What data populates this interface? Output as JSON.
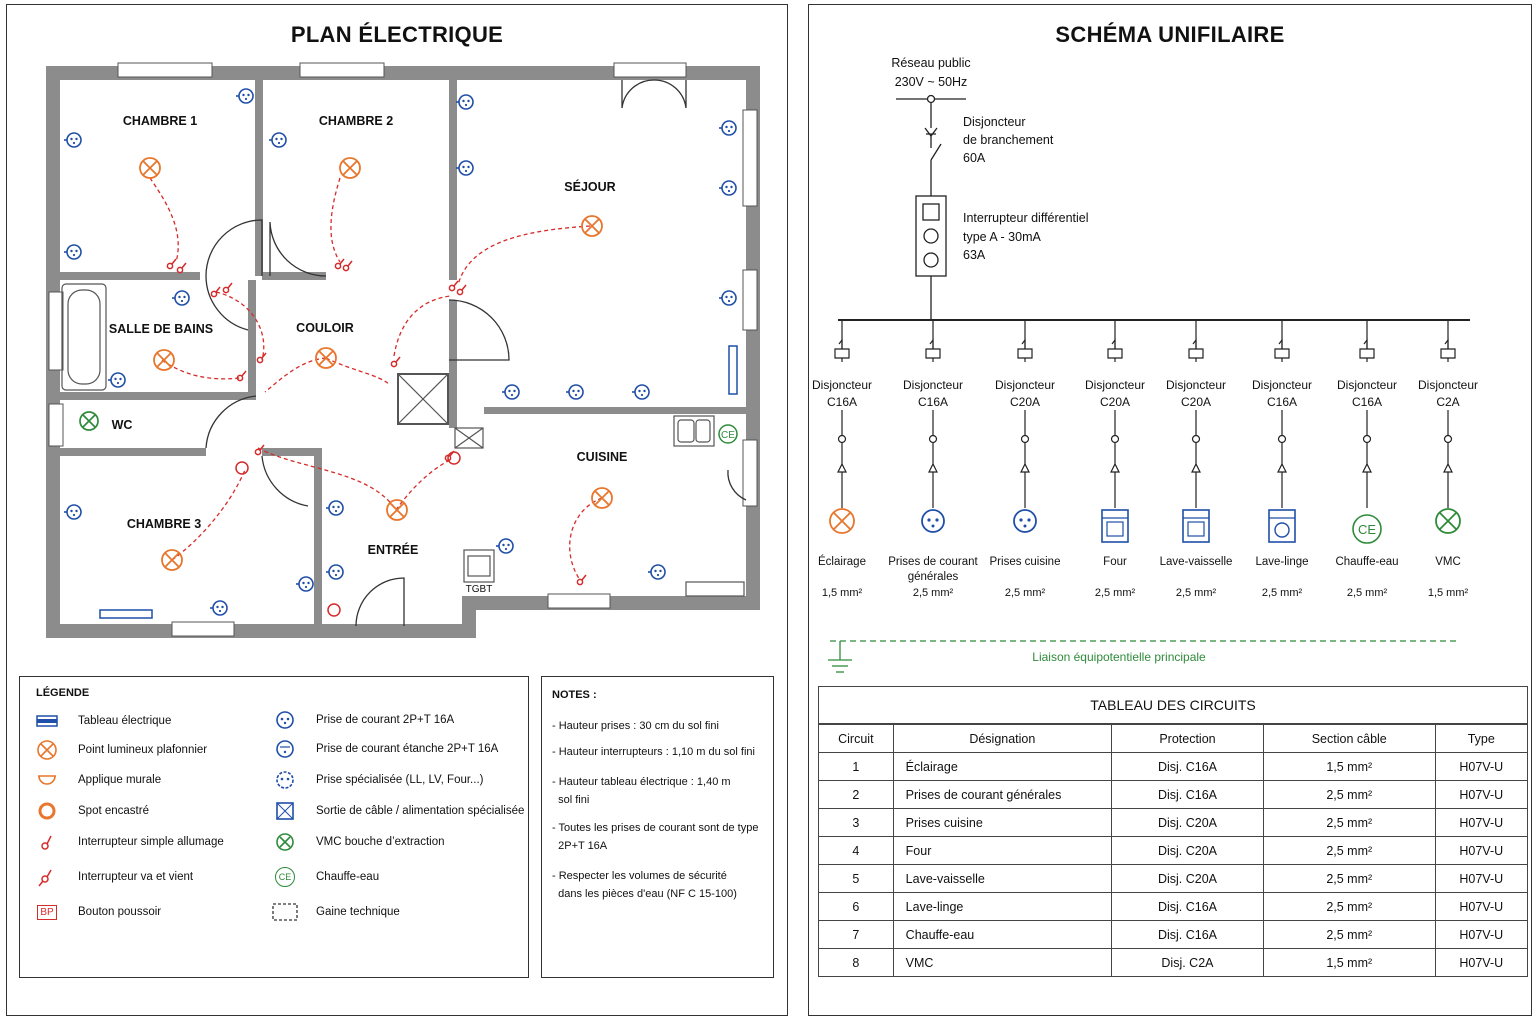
{
  "plan": {
    "title": "PLAN ÉLECTRIQUE",
    "rooms": {
      "chambre1": "CHAMBRE 1",
      "chambre2": "CHAMBRE 2",
      "sejour": "SÉJOUR",
      "salle_de_bains": "SALLE DE BAINS",
      "couloir": "COULOIR",
      "wc": "WC",
      "cuisine": "CUISINE",
      "chambre3": "CHAMBRE 3",
      "entree": "ENTRÉE"
    },
    "tgbt_label": "TGBT",
    "ce_label": "CE"
  },
  "legend": {
    "title": "LÉGENDE",
    "left": [
      {
        "label": "Tableau électrique",
        "icon": "panel-icon"
      },
      {
        "label": "Point lumineux plafonnier",
        "icon": "ceiling-light-icon"
      },
      {
        "label": "Applique murale",
        "icon": "wall-light-icon"
      },
      {
        "label": "Spot encastré",
        "icon": "spot-icon"
      },
      {
        "label": "Interrupteur simple allumage",
        "icon": "switch-icon"
      },
      {
        "label": "Interrupteur va et vient",
        "icon": "two-way-switch-icon"
      },
      {
        "label": "Bouton poussoir",
        "icon": "push-button-icon",
        "sym_text": "BP"
      }
    ],
    "right": [
      {
        "label": "Prise de courant 2P+T 16A",
        "icon": "socket-icon"
      },
      {
        "label": "Prise de courant étanche 2P+T 16A",
        "icon": "waterproof-socket-icon"
      },
      {
        "label": "Prise spécialisée (LL, LV, Four...)",
        "icon": "special-socket-icon"
      },
      {
        "label": "Sortie de câble / alimentation spécialisée",
        "icon": "cable-outlet-icon"
      },
      {
        "label": "VMC bouche d’extraction",
        "icon": "vmc-icon"
      },
      {
        "label": "Chauffe-eau",
        "icon": "water-heater-icon",
        "sym_text": "CE"
      },
      {
        "label": "Gaine technique",
        "icon": "technical-duct-icon"
      }
    ]
  },
  "notes": {
    "title": "NOTES :",
    "items": [
      [
        "- Hauteur prises : 30 cm du sol fini"
      ],
      [
        "- Hauteur interrupteurs : 1,10 m du sol fini"
      ],
      [
        "- Hauteur tableau électrique : 1,40 m",
        "  sol fini"
      ],
      [
        "- Toutes les prises de courant sont de type",
        "  2P+T 16A"
      ],
      [
        "- Respecter les volumes de sécurité",
        "  dans les pièces d'eau (NF C 15-100)"
      ]
    ]
  },
  "schema": {
    "title": "SCHÉMA UNIFILAIRE",
    "supply": [
      "Réseau public",
      "230V ~ 50Hz"
    ],
    "main_breaker": [
      "Disjoncteur",
      "de branchement",
      "60A"
    ],
    "rcd": [
      "Interrupteur différentiel",
      "type A - 30mA",
      "63A"
    ],
    "branches": [
      {
        "breaker": [
          "Disjoncteur",
          "C16A"
        ],
        "load": [
          "Éclairage"
        ],
        "section": "1,5 mm²",
        "icon": "ceiling-light-icon"
      },
      {
        "breaker": [
          "Disjoncteur",
          "C16A"
        ],
        "load": [
          "Prises de courant",
          "générales"
        ],
        "section": "2,5 mm²",
        "icon": "socket-icon"
      },
      {
        "breaker": [
          "Disjoncteur",
          "C20A"
        ],
        "load": [
          "Prises cuisine"
        ],
        "section": "2,5 mm²",
        "icon": "socket-icon"
      },
      {
        "breaker": [
          "Disjoncteur",
          "C20A"
        ],
        "load": [
          "Four"
        ],
        "section": "2,5 mm²",
        "icon": "oven-icon"
      },
      {
        "breaker": [
          "Disjoncteur",
          "C20A"
        ],
        "load": [
          "Lave-vaisselle"
        ],
        "section": "2,5 mm²",
        "icon": "dishwasher-icon"
      },
      {
        "breaker": [
          "Disjoncteur",
          "C16A"
        ],
        "load": [
          "Lave-linge"
        ],
        "section": "2,5 mm²",
        "icon": "washing-machine-icon"
      },
      {
        "breaker": [
          "Disjoncteur",
          "C16A"
        ],
        "load": [
          "Chauffe-eau"
        ],
        "section": "2,5 mm²",
        "icon": "water-heater-icon",
        "sym_text": "CE"
      },
      {
        "breaker": [
          "Disjoncteur",
          "C2A"
        ],
        "load": [
          "VMC"
        ],
        "section": "1,5 mm²",
        "icon": "vmc-icon"
      }
    ],
    "earth_label": "Liaison équipotentielle principale"
  },
  "table": {
    "title": "TABLEAU DES CIRCUITS",
    "headers": [
      "Circuit",
      "Désignation",
      "Protection",
      "Section câble",
      "Type"
    ],
    "rows": [
      [
        "1",
        "Éclairage",
        "Disj. C16A",
        "1,5 mm²",
        "H07V-U"
      ],
      [
        "2",
        "Prises de courant générales",
        "Disj. C16A",
        "2,5 mm²",
        "H07V-U"
      ],
      [
        "3",
        "Prises cuisine",
        "Disj. C20A",
        "2,5 mm²",
        "H07V-U"
      ],
      [
        "4",
        "Four",
        "Disj. C20A",
        "2,5 mm²",
        "H07V-U"
      ],
      [
        "5",
        "Lave-vaisselle",
        "Disj. C20A",
        "2,5 mm²",
        "H07V-U"
      ],
      [
        "6",
        "Lave-linge",
        "Disj. C16A",
        "2,5 mm²",
        "H07V-U"
      ],
      [
        "7",
        "Chauffe-eau",
        "Disj. C16A",
        "2,5 mm²",
        "H07V-U"
      ],
      [
        "8",
        "VMC",
        "Disj. C2A",
        "1,5 mm²",
        "H07V-U"
      ]
    ]
  },
  "colors": {
    "wall": "#8c8c8c",
    "light": "#e8762c",
    "socket": "#1f4fa8",
    "wiring": "#d62b2b",
    "vmc": "#2e8b3a",
    "earth": "#2e8b3a"
  }
}
